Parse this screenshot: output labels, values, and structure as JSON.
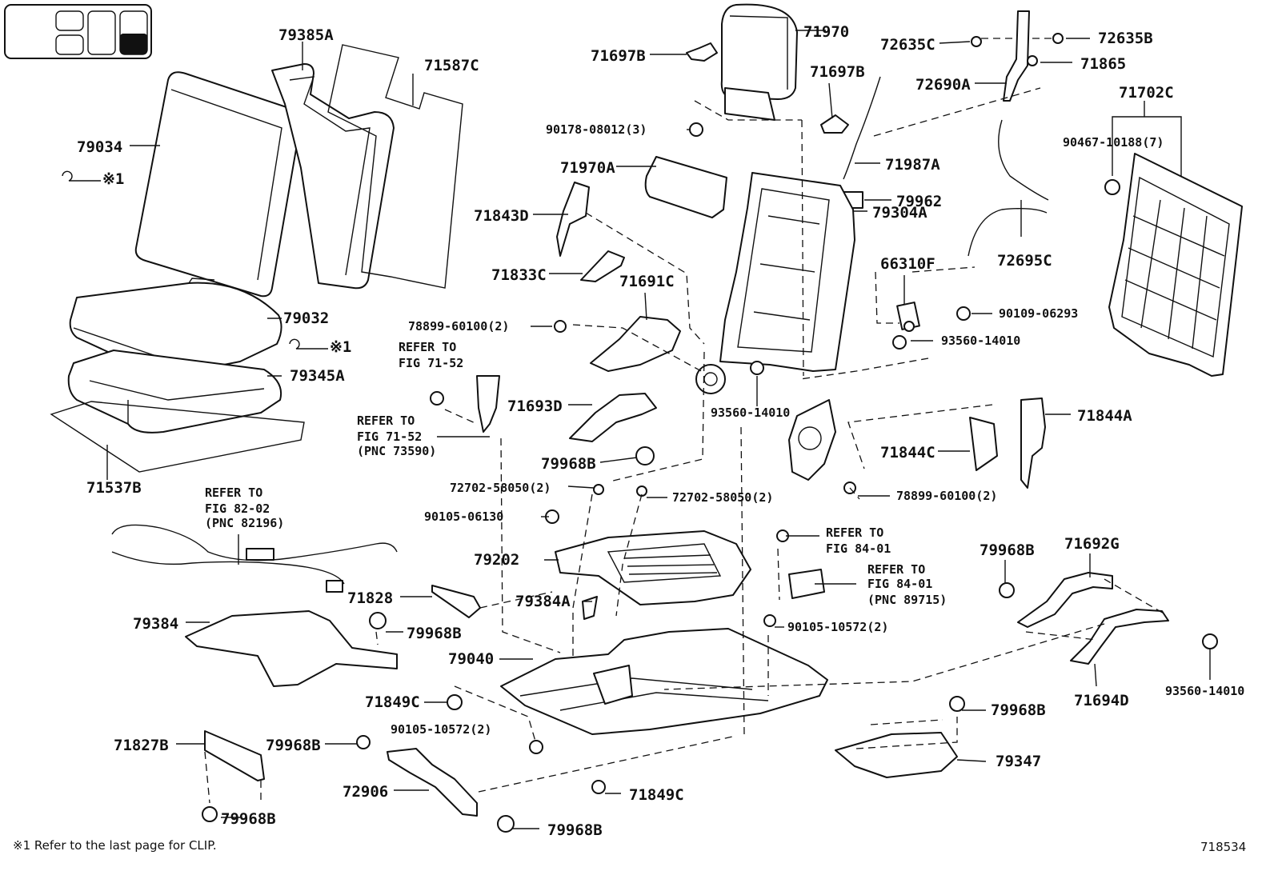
{
  "labels": {
    "p79385A": "79385A",
    "p71587C": "71587C",
    "p79034": "79034",
    "note1a": "※1",
    "p79032": "79032",
    "note1b": "※1",
    "p79345A": "79345A",
    "p71537B": "71537B",
    "p71697B_a": "71697B",
    "p71970": "71970",
    "p71697B_b": "71697B",
    "p90178": "90178-08012(3)",
    "p71970A": "71970A",
    "p71987A": "71987A",
    "p79962": "79962",
    "p79304A": "79304A",
    "p71843D": "71843D",
    "p71833C": "71833C",
    "p71691C": "71691C",
    "p78899_a": "78899-60100(2)",
    "ref7152_a": "REFER TO",
    "ref7152_b": "FIG 71-52",
    "ref73590_a": "REFER TO",
    "ref73590_b": "FIG 71-52",
    "ref73590_c": "(PNC 73590)",
    "p71693D": "71693D",
    "p79968B_a": "79968B",
    "p93560_a": "93560-14010",
    "p72635C": "72635C",
    "p72635B": "72635B",
    "p71865": "71865",
    "p72690A": "72690A",
    "p71702C": "71702C",
    "p90467": "90467-10188(7)",
    "p72695C": "72695C",
    "p66310F": "66310F",
    "p90109": "90109-06293",
    "p93560_b": "93560-14010",
    "p71844A": "71844A",
    "p71844C": "71844C",
    "p78899_b": "78899-60100(2)",
    "p72702_a": "72702-58050(2)",
    "p72702_b": "72702-58050(2)",
    "p90105_06130": "90105-06130",
    "ref8202_a": "REFER TO",
    "ref8202_b": "FIG 82-02",
    "ref8202_c": "(PNC 82196)",
    "p79202": "79202",
    "p71828": "71828",
    "p79384A": "79384A",
    "p79384": "79384",
    "p79968B_b": "79968B",
    "p79040": "79040",
    "p71849C_a": "71849C",
    "p90105_10572_a": "90105-10572(2)",
    "p71827B": "71827B",
    "p79968B_c": "79968B",
    "p79968B_d": "79968B",
    "p72906": "72906",
    "p79968B_e": "79968B",
    "p71849C_b": "71849C",
    "ref8401_a": "REFER TO",
    "ref8401_b": "FIG 84-01",
    "ref89715_a": "REFER TO",
    "ref89715_b": "FIG 84-01",
    "ref89715_c": "(PNC 89715)",
    "p90105_10572_b": "90105-10572(2)",
    "p79968B_f": "79968B",
    "p71692G": "71692G",
    "p93560_c": "93560-14010",
    "p71694D": "71694D",
    "p79968B_g": "79968B",
    "p79347": "79347"
  },
  "footnote": "※1 Refer to the last page for CLIP.",
  "diagram_code": "718534"
}
